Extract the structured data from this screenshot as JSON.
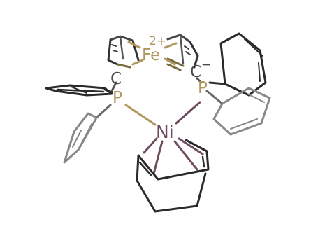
{
  "molecule": {
    "atoms": {
      "iron": {
        "symbol": "Fe",
        "charge": "2+"
      },
      "carbanion_left": {
        "symbol": "C",
        "charge": ""
      },
      "carbanion_right": {
        "symbol": "C",
        "charge": "−"
      },
      "phosphorus_left": {
        "symbol": "P"
      },
      "phosphorus_right": {
        "symbol": "P"
      },
      "nickel": {
        "symbol": "Ni"
      }
    }
  },
  "colors": {
    "bond": "#2a2a2a",
    "phenyl_light": "#808080",
    "phosphorus": "#b0975e",
    "iron": "#b0975e",
    "carbon": "#4a4a4a",
    "nickel": "#6e4a5e"
  }
}
